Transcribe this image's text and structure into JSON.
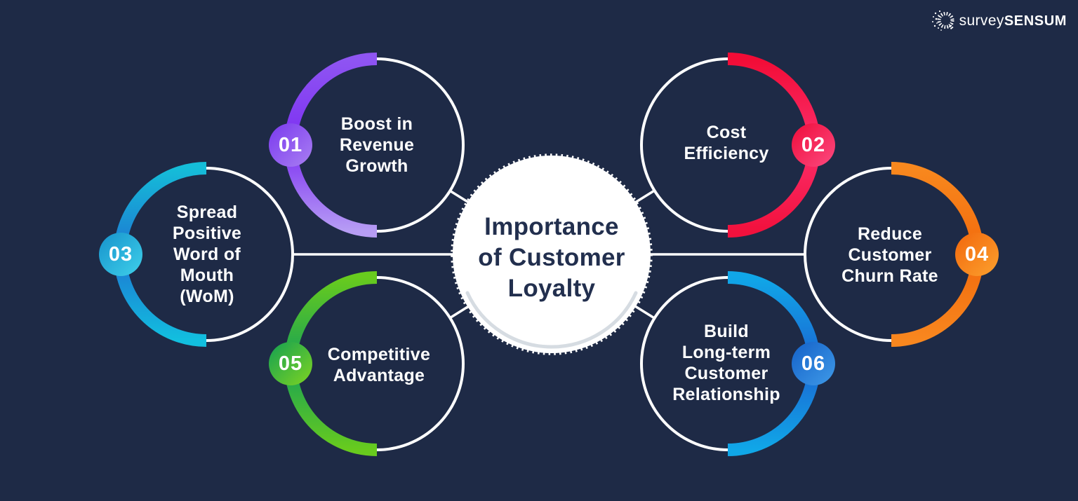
{
  "background": "#1e2a46",
  "logo": {
    "icon": "dotted-magnifier-q-icon",
    "survey": "survey",
    "sensum": "SENSUM"
  },
  "center": {
    "title": "Importance\nof Customer\nLoyalty",
    "fill": "#ffffff",
    "text_color": "#222f4e",
    "shadow_color": "#d2d8df"
  },
  "items": [
    {
      "number": "01",
      "label": "Boost in\nRevenue\nGrowth",
      "arc": [
        "#8f55f2",
        "#7c2ff2",
        "#b79df4"
      ],
      "badge": [
        "#7a39ee",
        "#a97ff2"
      ]
    },
    {
      "number": "02",
      "label": "Cost\nEfficiency",
      "arc": [
        "#f20c36",
        "#fb2e6b",
        "#f2113d"
      ],
      "badge": [
        "#ef0c3a",
        "#fc4a80"
      ]
    },
    {
      "number": "03",
      "label": "Spread\nPositive\nWord of\nMouth\n(WoM)",
      "arc": [
        "#15bdd8",
        "#1d76d2",
        "#12bfdf"
      ],
      "badge": [
        "#1692cc",
        "#3fd0ea"
      ]
    },
    {
      "number": "04",
      "label": "Reduce\nCustomer\nChurn Rate",
      "arc": [
        "#f8881e",
        "#f26a0c",
        "#f8871f"
      ],
      "badge": [
        "#f2670c",
        "#fca12e"
      ]
    },
    {
      "number": "05",
      "label": "Competitive\nAdvantage",
      "arc": [
        "#68cb1e",
        "#17a155",
        "#68cb1e"
      ],
      "badge": [
        "#13a052",
        "#7fd422"
      ]
    },
    {
      "number": "06",
      "label": "Build\nLong-term\nCustomer\nRelationship",
      "arc": [
        "#10a7e8",
        "#1b66d2",
        "#10a7e8"
      ],
      "badge": [
        "#1461c8",
        "#3f9ae8"
      ]
    }
  ]
}
